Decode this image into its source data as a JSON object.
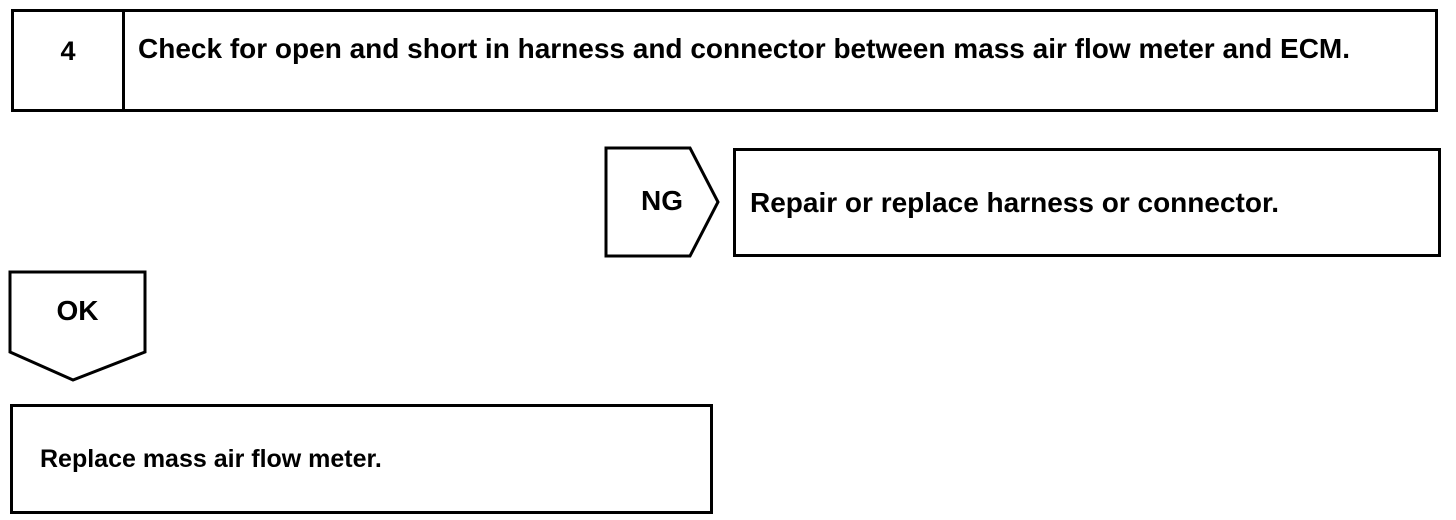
{
  "step": {
    "number": "4",
    "text": "Check for open and short in harness and connector between mass air flow meter and ECM."
  },
  "ng_branch": {
    "label": "NG",
    "result": "Repair or replace harness or connector."
  },
  "ok_branch": {
    "label": "OK",
    "result": "Replace mass air flow meter."
  }
}
